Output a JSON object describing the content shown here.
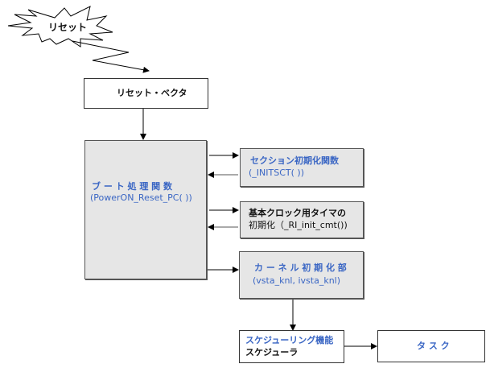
{
  "diagram": {
    "reset_burst": {
      "label": "リセット"
    },
    "reset_vector": {
      "label": "リセット・ベクタ"
    },
    "boot": {
      "title": "ブ ー ト 処 理 関 数",
      "func": "(PowerON_Reset_PC( ))"
    },
    "section_init": {
      "title": "セクション初期化関数",
      "func": "(_INITSCT( ))"
    },
    "clock_init": {
      "line1": "基本クロック用タイマの",
      "line2": "初期化（_RI_init_cmt())"
    },
    "kernel_init": {
      "title": "カ ー ネ ル 初 期 化 部",
      "func": "(vsta_knl, ivsta_knl)"
    },
    "scheduler": {
      "line1": "スケジューリング機能",
      "line2": "スケジューラ"
    },
    "task": {
      "label": "タ ス ク"
    },
    "colors": {
      "blue_text": "#3a66c4",
      "gray_box": "#e6e6e6"
    }
  }
}
